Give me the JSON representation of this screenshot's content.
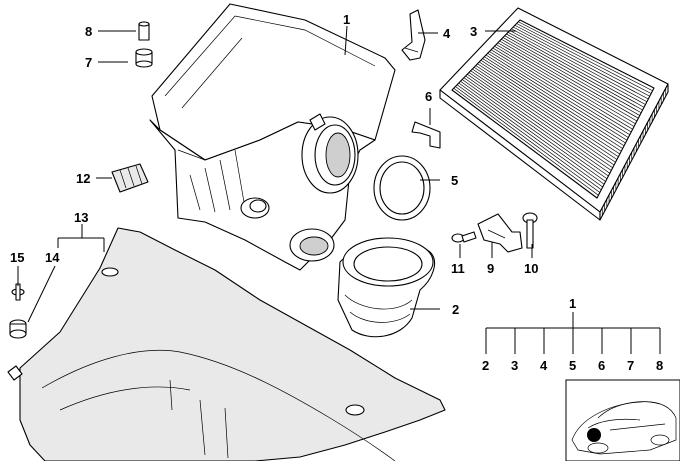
{
  "callouts": {
    "c1": "1",
    "c2": "2",
    "c3": "3",
    "c4": "4",
    "c5": "5",
    "c6": "6",
    "c7": "7",
    "c8": "8",
    "c9": "9",
    "c10": "10",
    "c11": "11",
    "c12": "12",
    "c13": "13",
    "c14": "14",
    "c15": "15"
  },
  "legend": {
    "top": "1",
    "items": [
      "2",
      "3",
      "4",
      "5",
      "6",
      "7",
      "8"
    ]
  },
  "colors": {
    "line": "#000000",
    "background": "#ffffff",
    "part_fill": "#e9e9e9",
    "marker": "#000000"
  },
  "icons": {
    "car_locator": "car-silhouette-with-location-dot"
  }
}
